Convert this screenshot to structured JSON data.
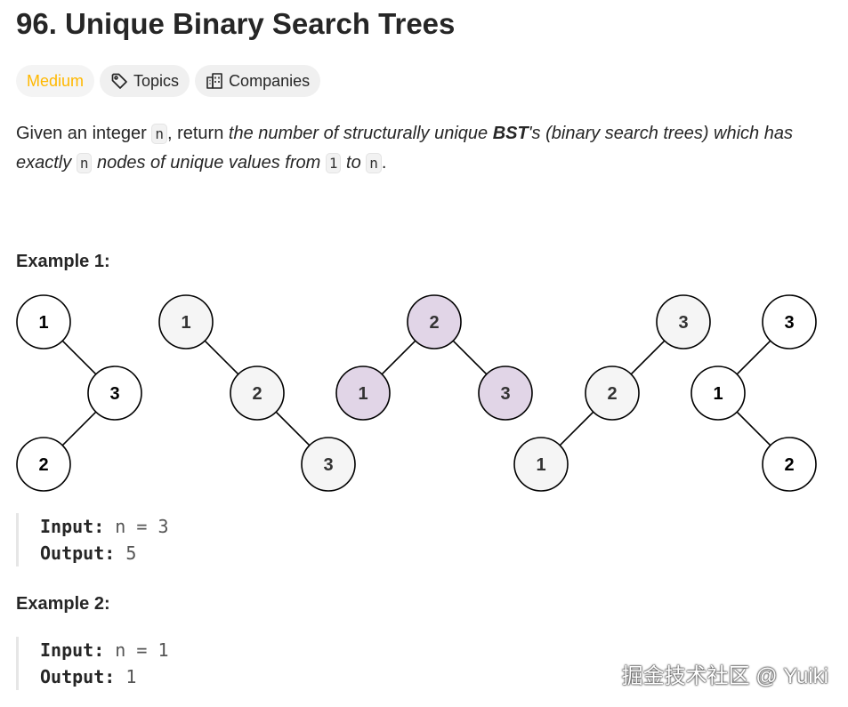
{
  "problem": {
    "title": "96. Unique Binary Search Trees",
    "difficulty": "Medium",
    "topics_label": "Topics",
    "companies_label": "Companies"
  },
  "description": {
    "p1": "Given an integer ",
    "code_n": "n",
    "p2": ", return ",
    "em1": "the number of structurally unique ",
    "bst": "BST",
    "em2": "'s (binary search trees) which has exactly ",
    "code_n2": "n",
    "em3": " nodes of unique values from ",
    "code_1": "1",
    "em4": " to ",
    "code_n3": "n",
    "end": "."
  },
  "example1": {
    "heading": "Example 1:",
    "input_label": "Input:",
    "input_value": "n = 3",
    "output_label": "Output:",
    "output_value": "5"
  },
  "example2": {
    "heading": "Example 2:",
    "input_label": "Input:",
    "input_value": "n = 1",
    "output_label": "Output:",
    "output_value": "1"
  },
  "trees": {
    "node_1": "1",
    "node_2": "2",
    "node_3": "3",
    "default_fill": "#f5f5f5",
    "highlight_fill": "#e1d5e7"
  },
  "watermark": "掘金技术社区 @ Yuiki"
}
